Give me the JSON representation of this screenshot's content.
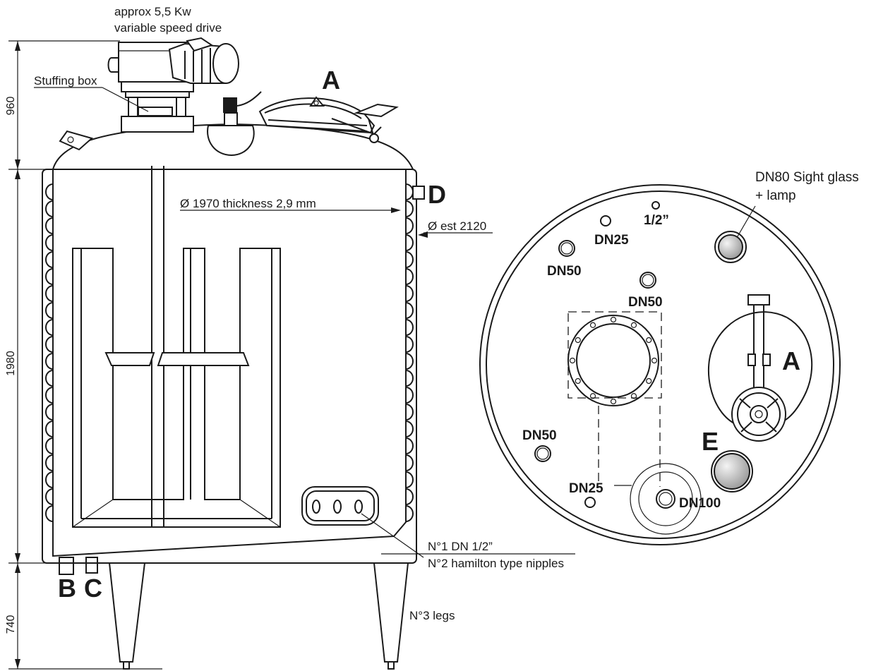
{
  "colors": {
    "line": "#1a1a1a",
    "background": "#ffffff",
    "metal_light": "#f4f4f4",
    "metal_dark": "#9a9a9a"
  },
  "labels": {
    "drive_line1": "approx 5,5 Kw",
    "drive_line2": "variable speed drive",
    "stuffing_box": "Stuffing box",
    "diameter": "Ø 1970  thickness 2,9 mm",
    "outer_diameter": "Ø est 2120",
    "nipples_line1": "N°1 DN 1/2”",
    "nipples_line2": "N°2 hamilton type nipples",
    "legs": "N°3 legs",
    "sight_glass_line1": "DN80 Sight glass",
    "sight_glass_line2": "+ lamp"
  },
  "dimensions": {
    "top": "960",
    "body": "1980",
    "legs": "740"
  },
  "letters": {
    "a_side": "A",
    "d": "D",
    "b": "B",
    "c": "C",
    "a_top": "A",
    "e": "E"
  },
  "ports": {
    "dn25_top": "DN25",
    "half_inch": "1/2”",
    "dn50_left": "DN50",
    "dn50_center": "DN50",
    "dn50_lower": "DN50",
    "dn25_bottom": "DN25",
    "dn100": "DN100"
  }
}
